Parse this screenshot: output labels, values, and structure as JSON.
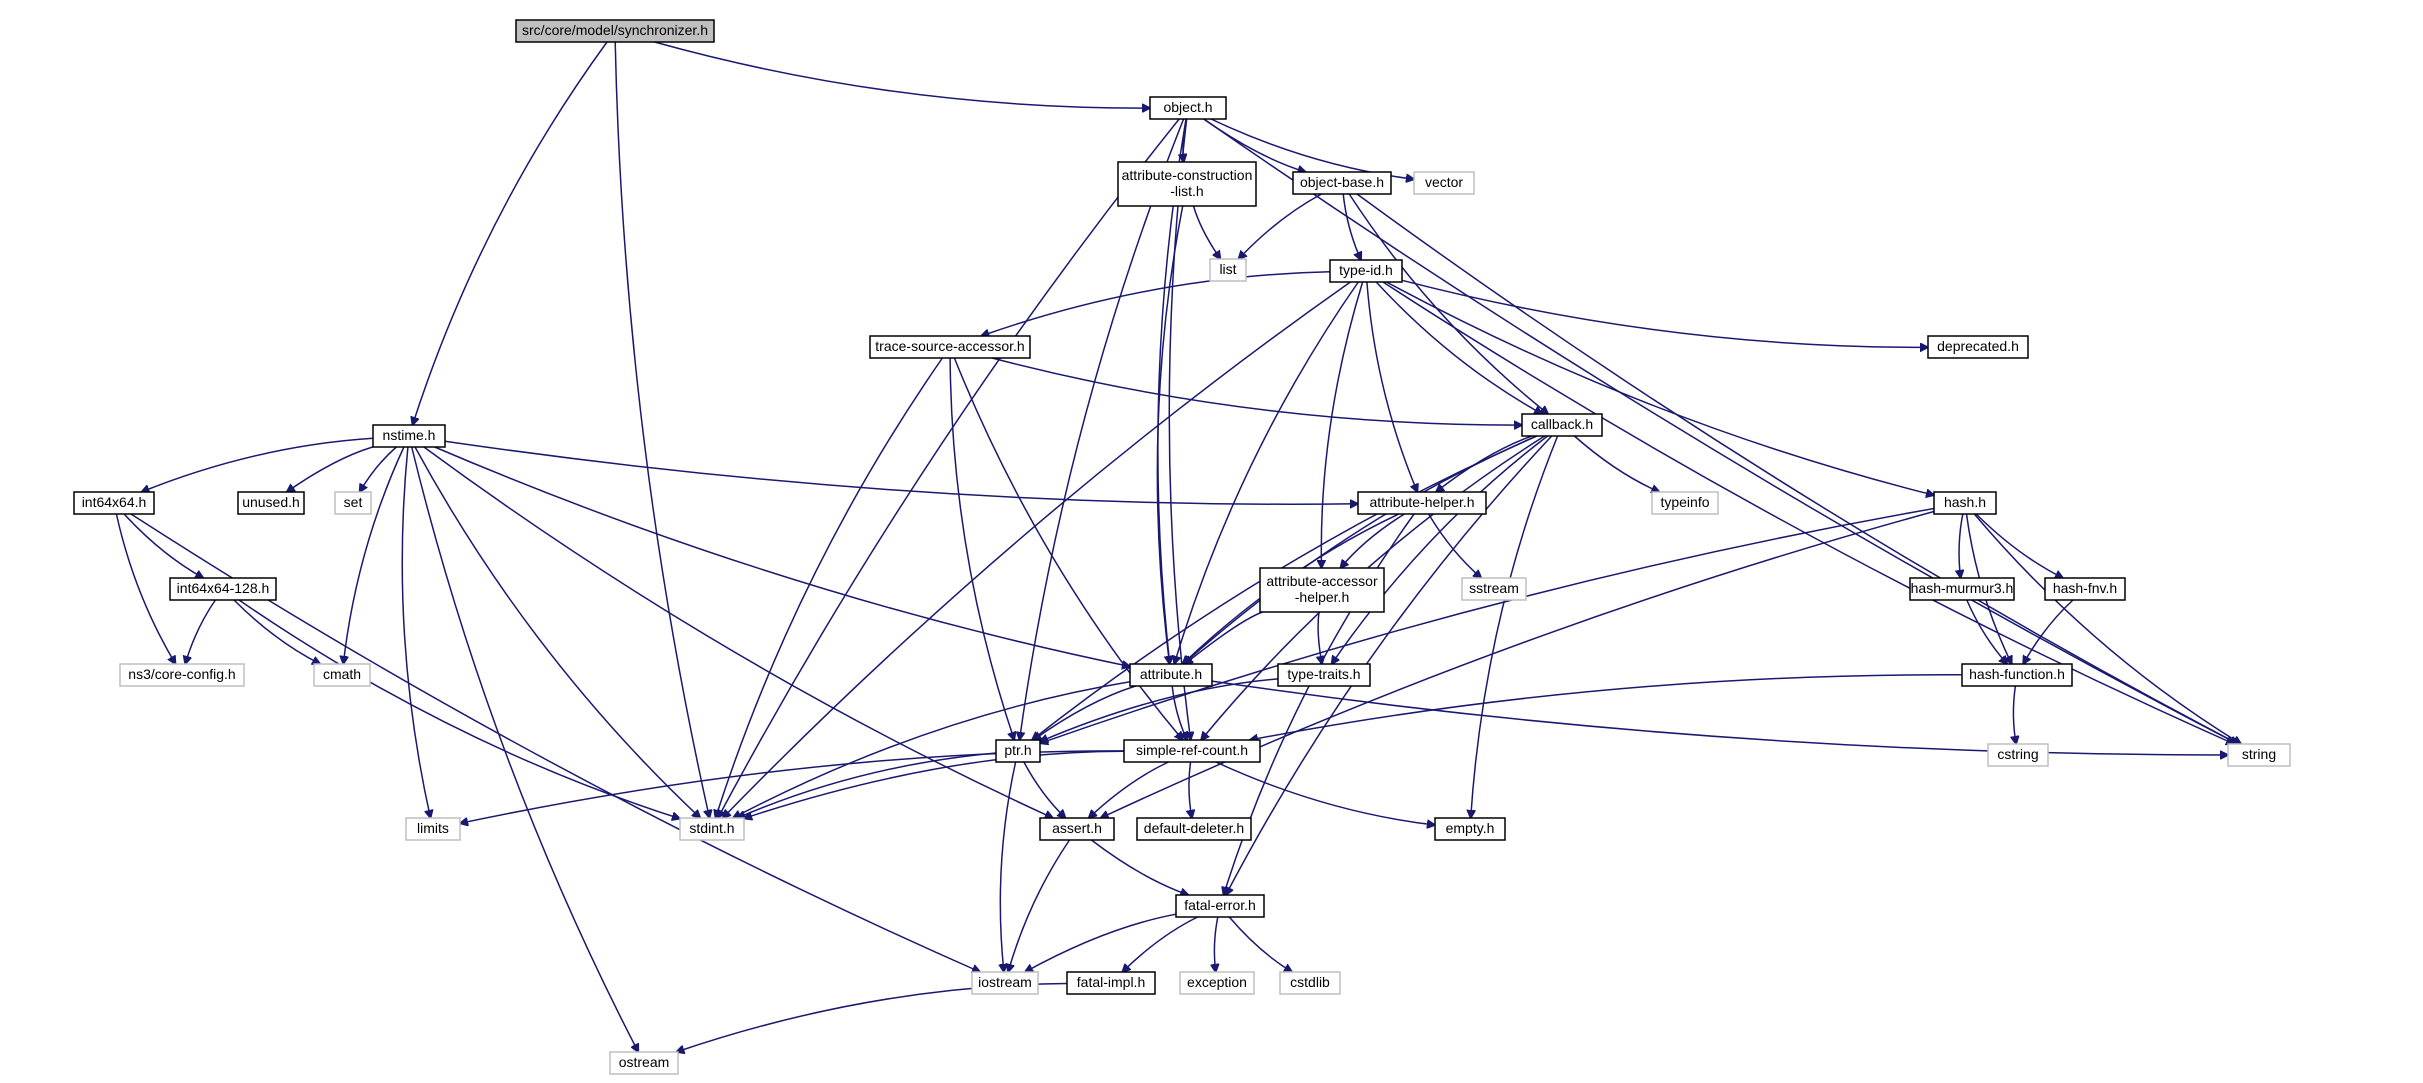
{
  "graph": {
    "title": "",
    "nodes": [
      {
        "id": "synchronizer",
        "lines": [
          "src/core/model/synchronizer.h"
        ],
        "kind": "root"
      },
      {
        "id": "object",
        "lines": [
          "object.h"
        ],
        "kind": "local"
      },
      {
        "id": "nstime",
        "lines": [
          "nstime.h"
        ],
        "kind": "local"
      },
      {
        "id": "attr-construction",
        "lines": [
          "attribute-construction",
          "-list.h"
        ],
        "kind": "local"
      },
      {
        "id": "object-base",
        "lines": [
          "object-base.h"
        ],
        "kind": "local"
      },
      {
        "id": "vector",
        "lines": [
          "vector"
        ],
        "kind": "system"
      },
      {
        "id": "list",
        "lines": [
          "list"
        ],
        "kind": "system"
      },
      {
        "id": "type-id",
        "lines": [
          "type-id.h"
        ],
        "kind": "local"
      },
      {
        "id": "deprecated",
        "lines": [
          "deprecated.h"
        ],
        "kind": "local"
      },
      {
        "id": "trace-source",
        "lines": [
          "trace-source-accessor.h"
        ],
        "kind": "local"
      },
      {
        "id": "callback",
        "lines": [
          "callback.h"
        ],
        "kind": "local"
      },
      {
        "id": "int64x64",
        "lines": [
          "int64x64.h"
        ],
        "kind": "local"
      },
      {
        "id": "unused",
        "lines": [
          "unused.h"
        ],
        "kind": "local"
      },
      {
        "id": "set",
        "lines": [
          "set"
        ],
        "kind": "system"
      },
      {
        "id": "attr-helper",
        "lines": [
          "attribute-helper.h"
        ],
        "kind": "local"
      },
      {
        "id": "typeinfo",
        "lines": [
          "typeinfo"
        ],
        "kind": "system"
      },
      {
        "id": "hash",
        "lines": [
          "hash.h"
        ],
        "kind": "local"
      },
      {
        "id": "int64x64-128",
        "lines": [
          "int64x64-128.h"
        ],
        "kind": "local"
      },
      {
        "id": "attr-accessor",
        "lines": [
          "attribute-accessor",
          "-helper.h"
        ],
        "kind": "local"
      },
      {
        "id": "sstream",
        "lines": [
          "sstream"
        ],
        "kind": "system"
      },
      {
        "id": "hash-murmur3",
        "lines": [
          "hash-murmur3.h"
        ],
        "kind": "local"
      },
      {
        "id": "hash-fnv",
        "lines": [
          "hash-fnv.h"
        ],
        "kind": "local"
      },
      {
        "id": "ns3-core-config",
        "lines": [
          "ns3/core-config.h"
        ],
        "kind": "system"
      },
      {
        "id": "cmath",
        "lines": [
          "cmath"
        ],
        "kind": "system"
      },
      {
        "id": "attribute",
        "lines": [
          "attribute.h"
        ],
        "kind": "local"
      },
      {
        "id": "type-traits",
        "lines": [
          "type-traits.h"
        ],
        "kind": "local"
      },
      {
        "id": "hash-function",
        "lines": [
          "hash-function.h"
        ],
        "kind": "local"
      },
      {
        "id": "ptr",
        "lines": [
          "ptr.h"
        ],
        "kind": "local"
      },
      {
        "id": "simple-ref-count",
        "lines": [
          "simple-ref-count.h"
        ],
        "kind": "local"
      },
      {
        "id": "string",
        "lines": [
          "string"
        ],
        "kind": "system"
      },
      {
        "id": "cstring",
        "lines": [
          "cstring"
        ],
        "kind": "system"
      },
      {
        "id": "limits",
        "lines": [
          "limits"
        ],
        "kind": "system"
      },
      {
        "id": "stdint",
        "lines": [
          "stdint.h"
        ],
        "kind": "system"
      },
      {
        "id": "assert",
        "lines": [
          "assert.h"
        ],
        "kind": "local"
      },
      {
        "id": "default-deleter",
        "lines": [
          "default-deleter.h"
        ],
        "kind": "local"
      },
      {
        "id": "empty",
        "lines": [
          "empty.h"
        ],
        "kind": "local"
      },
      {
        "id": "fatal-error",
        "lines": [
          "fatal-error.h"
        ],
        "kind": "local"
      },
      {
        "id": "iostream",
        "lines": [
          "iostream"
        ],
        "kind": "system"
      },
      {
        "id": "fatal-impl",
        "lines": [
          "fatal-impl.h"
        ],
        "kind": "local"
      },
      {
        "id": "exception",
        "lines": [
          "exception"
        ],
        "kind": "system"
      },
      {
        "id": "cstdlib",
        "lines": [
          "cstdlib"
        ],
        "kind": "system"
      },
      {
        "id": "ostream",
        "lines": [
          "ostream"
        ],
        "kind": "system"
      }
    ],
    "edges": [
      [
        "synchronizer",
        "object"
      ],
      [
        "synchronizer",
        "nstime"
      ],
      [
        "synchronizer",
        "stdint"
      ],
      [
        "object",
        "attr-construction"
      ],
      [
        "object",
        "object-base"
      ],
      [
        "object",
        "vector"
      ],
      [
        "object",
        "string"
      ],
      [
        "object",
        "stdint"
      ],
      [
        "object",
        "ptr"
      ],
      [
        "object",
        "attribute"
      ],
      [
        "object",
        "simple-ref-count"
      ],
      [
        "attr-construction",
        "list"
      ],
      [
        "attr-construction",
        "attribute"
      ],
      [
        "object-base",
        "list"
      ],
      [
        "object-base",
        "type-id"
      ],
      [
        "object-base",
        "callback"
      ],
      [
        "object-base",
        "string"
      ],
      [
        "type-id",
        "trace-source"
      ],
      [
        "type-id",
        "deprecated"
      ],
      [
        "type-id",
        "callback"
      ],
      [
        "type-id",
        "hash"
      ],
      [
        "type-id",
        "attr-helper"
      ],
      [
        "type-id",
        "attr-accessor"
      ],
      [
        "type-id",
        "attribute"
      ],
      [
        "type-id",
        "stdint"
      ],
      [
        "type-id",
        "string"
      ],
      [
        "trace-source",
        "callback"
      ],
      [
        "trace-source",
        "ptr"
      ],
      [
        "trace-source",
        "simple-ref-count"
      ],
      [
        "trace-source",
        "stdint"
      ],
      [
        "nstime",
        "int64x64"
      ],
      [
        "nstime",
        "unused"
      ],
      [
        "nstime",
        "set"
      ],
      [
        "nstime",
        "cmath"
      ],
      [
        "nstime",
        "attr-helper"
      ],
      [
        "nstime",
        "attribute"
      ],
      [
        "nstime",
        "limits"
      ],
      [
        "nstime",
        "stdint"
      ],
      [
        "nstime",
        "assert"
      ],
      [
        "nstime",
        "ostream"
      ],
      [
        "int64x64",
        "int64x64-128"
      ],
      [
        "int64x64",
        "ns3-core-config"
      ],
      [
        "int64x64",
        "iostream"
      ],
      [
        "int64x64-128",
        "ns3-core-config"
      ],
      [
        "int64x64-128",
        "cmath"
      ],
      [
        "int64x64-128",
        "stdint"
      ],
      [
        "callback",
        "attr-helper"
      ],
      [
        "callback",
        "typeinfo"
      ],
      [
        "callback",
        "ptr"
      ],
      [
        "callback",
        "attribute"
      ],
      [
        "callback",
        "type-traits"
      ],
      [
        "callback",
        "simple-ref-count"
      ],
      [
        "callback",
        "empty"
      ],
      [
        "callback",
        "fatal-error"
      ],
      [
        "attr-helper",
        "attr-accessor"
      ],
      [
        "attr-helper",
        "sstream"
      ],
      [
        "attr-helper",
        "attribute"
      ],
      [
        "attr-helper",
        "fatal-error"
      ],
      [
        "attr-accessor",
        "attribute"
      ],
      [
        "attr-accessor",
        "type-traits"
      ],
      [
        "hash",
        "hash-murmur3"
      ],
      [
        "hash",
        "hash-fnv"
      ],
      [
        "hash",
        "hash-function"
      ],
      [
        "hash",
        "string"
      ],
      [
        "hash",
        "ptr"
      ],
      [
        "hash",
        "assert"
      ],
      [
        "hash-murmur3",
        "hash-function"
      ],
      [
        "hash-fnv",
        "hash-function"
      ],
      [
        "hash-function",
        "cstring"
      ],
      [
        "hash-function",
        "simple-ref-count"
      ],
      [
        "attribute",
        "string"
      ],
      [
        "attribute",
        "ptr"
      ],
      [
        "attribute",
        "simple-ref-count"
      ],
      [
        "attribute",
        "stdint"
      ],
      [
        "type-traits",
        "ptr"
      ],
      [
        "ptr",
        "iostream"
      ],
      [
        "ptr",
        "stdint"
      ],
      [
        "ptr",
        "assert"
      ],
      [
        "simple-ref-count",
        "empty"
      ],
      [
        "simple-ref-count",
        "default-deleter"
      ],
      [
        "simple-ref-count",
        "assert"
      ],
      [
        "simple-ref-count",
        "stdint"
      ],
      [
        "simple-ref-count",
        "limits"
      ],
      [
        "assert",
        "fatal-error"
      ],
      [
        "assert",
        "iostream"
      ],
      [
        "fatal-error",
        "iostream"
      ],
      [
        "fatal-error",
        "fatal-impl"
      ],
      [
        "fatal-error",
        "exception"
      ],
      [
        "fatal-error",
        "cstdlib"
      ],
      [
        "fatal-impl",
        "ostream"
      ]
    ]
  }
}
